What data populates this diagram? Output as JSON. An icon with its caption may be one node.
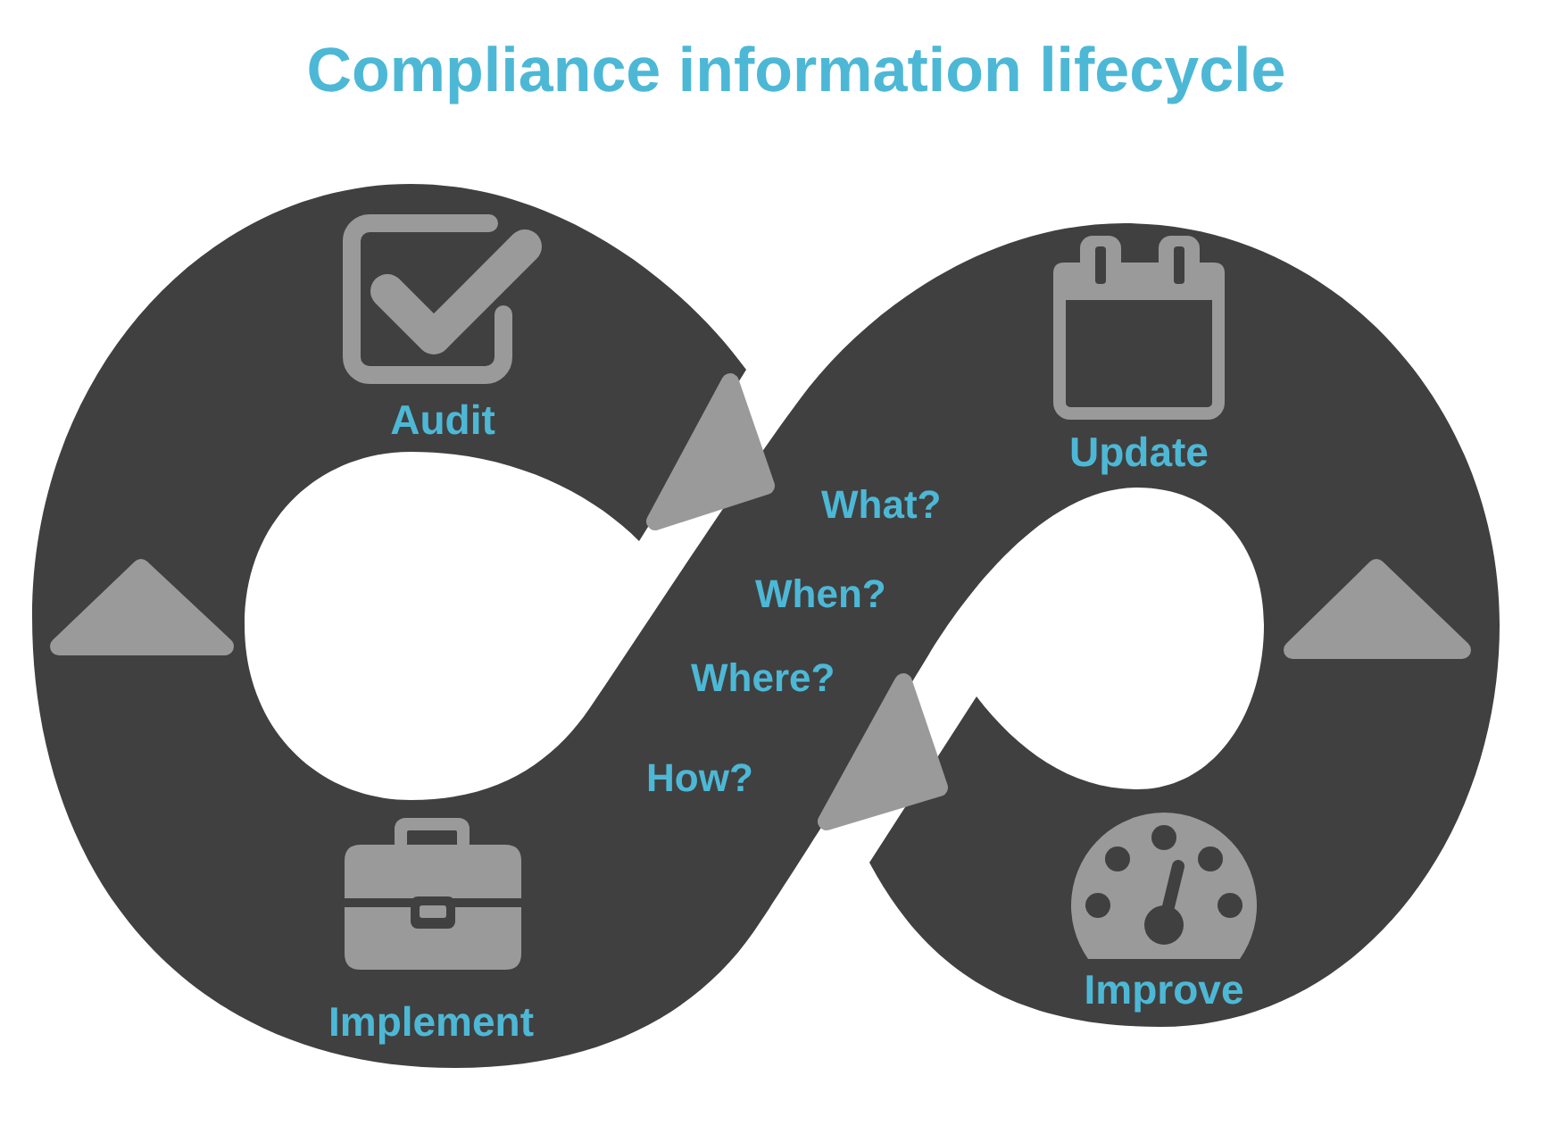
{
  "diagram": {
    "title": "Compliance information lifecycle",
    "nodes": [
      {
        "text": [
          "Audit"
        ]
      },
      {
        "text": [
          "Update"
        ]
      },
      {
        "text": [
          "Implement"
        ]
      },
      {
        "text": [
          "Improve"
        ]
      }
    ],
    "labels": [
      "What?",
      "When?",
      "Where?",
      "How?"
    ]
  }
}
